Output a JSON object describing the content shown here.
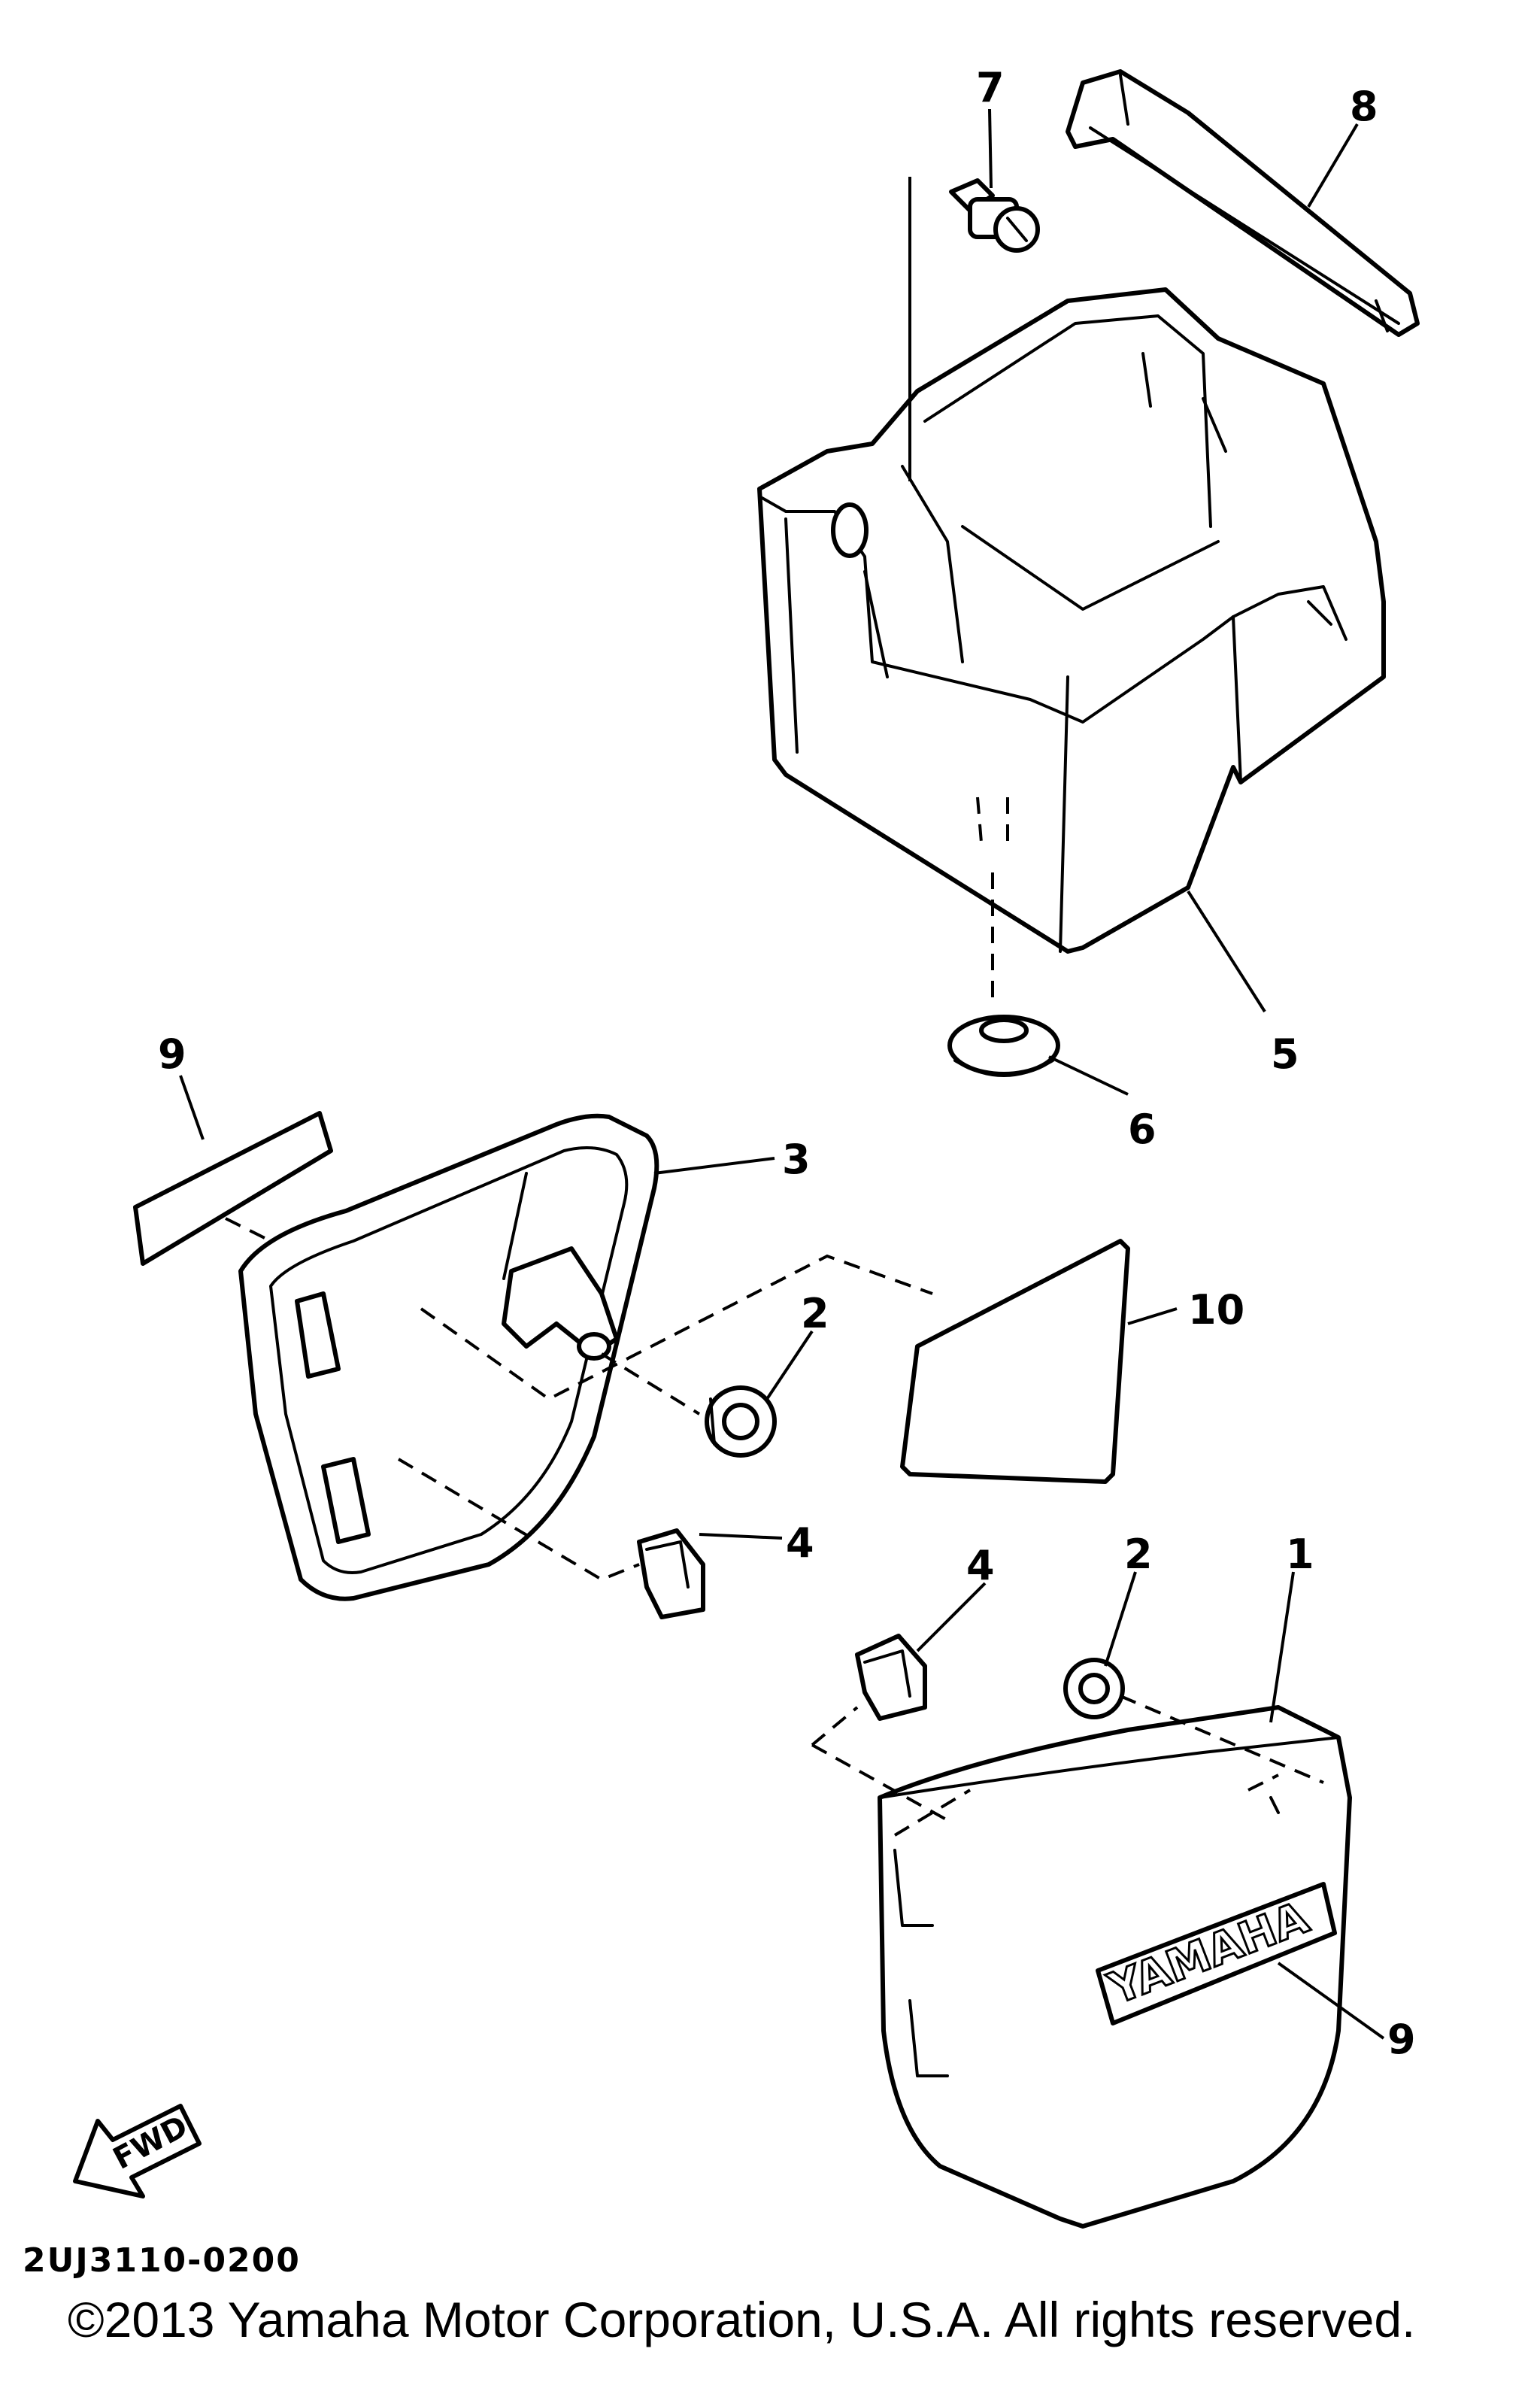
{
  "diagram": {
    "callouts": {
      "c1": "1",
      "c2a": "2",
      "c2b": "2",
      "c3": "3",
      "c4a": "4",
      "c4b": "4",
      "c5": "5",
      "c6": "6",
      "c7": "7",
      "c8": "8",
      "c9a": "9",
      "c9b": "9",
      "c10": "10"
    },
    "emblem_text": "YAMAHA",
    "fwd_label": "FWD"
  },
  "footer": {
    "code": "2UJ3110-0200",
    "copyright": "©2013 Yamaha Motor Corporation, U.S.A. All rights reserved."
  }
}
